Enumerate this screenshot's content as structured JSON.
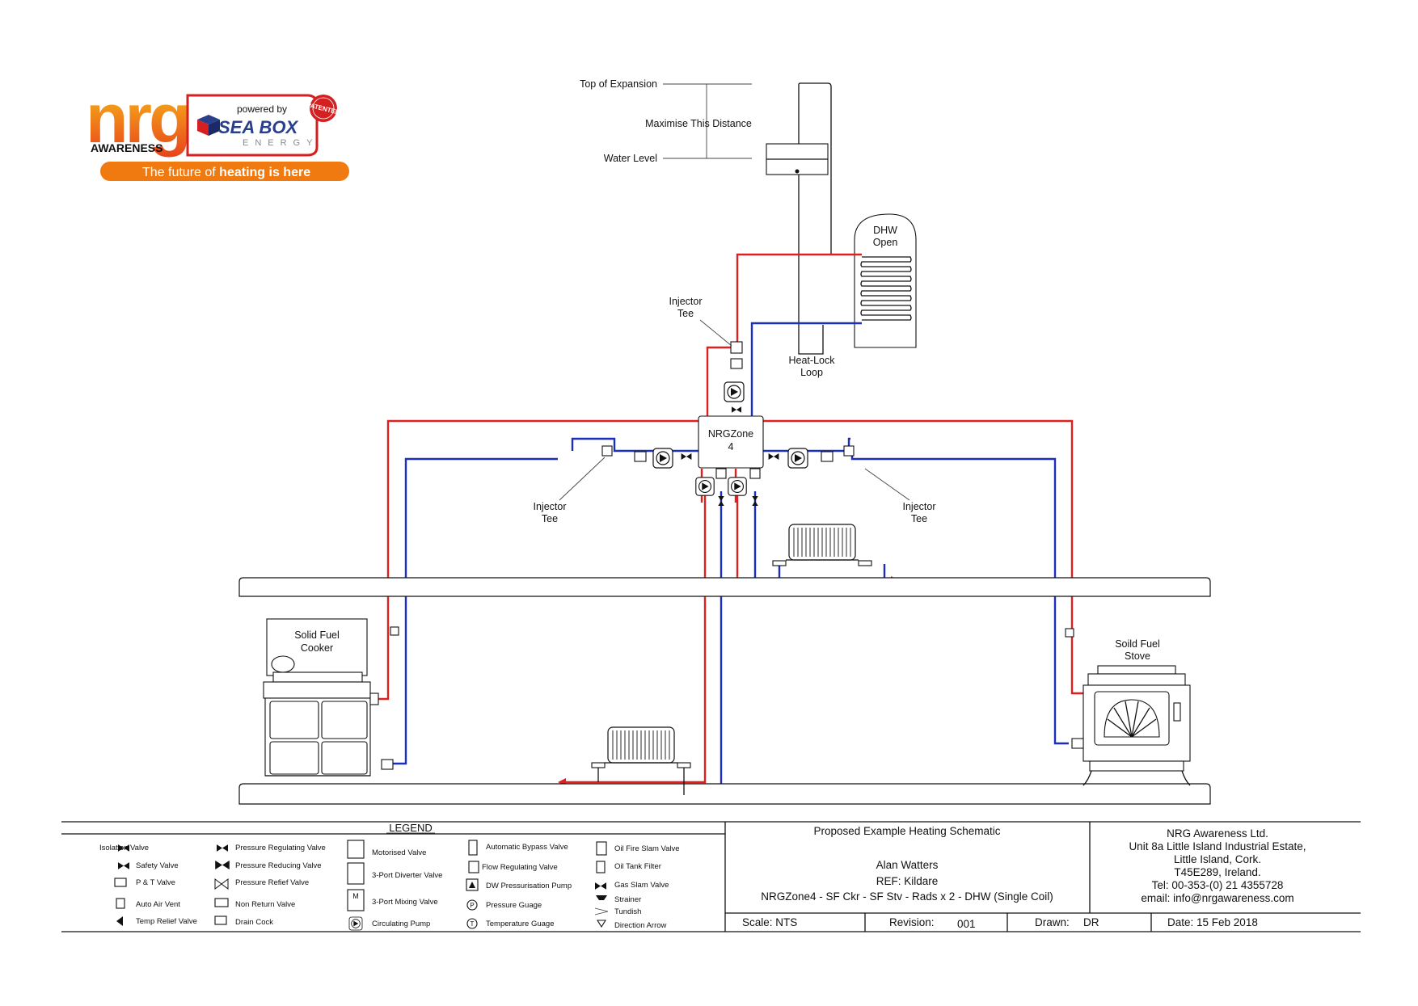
{
  "logo": {
    "brand": "nrg",
    "sub": "AWARENESS",
    "powered_by": "powered by",
    "seabox": "SEA BOX",
    "energy": "ENERGY",
    "patented": "PATENTED",
    "tagline_a": "The future of ",
    "tagline_b": "heating is here"
  },
  "labels": {
    "top_of_expansion": "Top of Expansion",
    "maximise": "Maximise This Distance",
    "water_level": "Water Level",
    "dhw_1": "DHW",
    "dhw_2": "Open",
    "injector_top_1": "Injector",
    "injector_top_2": "Tee",
    "heatlock_1": "Heat-Lock",
    "heatlock_2": "Loop",
    "nrgzone_1": "NRGZone",
    "nrgzone_2": "4",
    "injector_left_1": "Injector",
    "injector_left_2": "Tee",
    "injector_right_1": "Injector",
    "injector_right_2": "Tee",
    "cooker_1": "Solid Fuel",
    "cooker_2": "Cooker",
    "stove_1": "Soild Fuel",
    "stove_2": "Stove"
  },
  "legend": {
    "title": "LEGEND",
    "col1": [
      "Isolation Valve",
      "Safety Valve",
      "P & T Valve",
      "Auto Air Vent",
      "Temp Relief Valve"
    ],
    "col2": [
      "Pressure Regulating Valve",
      "Pressure Reducing Valve",
      "Pressure Refief Valve",
      "Non Return Valve",
      "Drain Cock"
    ],
    "col3": [
      "Motorised Valve",
      "3-Port Diverter Valve",
      "3-Port Mixing Valve",
      "Circulating Pump"
    ],
    "col4": [
      "Automatic Bypass Valve",
      "Flow Regulating Valve",
      "DW Pressurisation Pump",
      "Pressure Guage",
      "Temperature Guage"
    ],
    "col5": [
      "Oil Fire Slam Valve",
      "Oil Tank Filter",
      "Gas Slam Valve",
      "Strainer",
      "Tundish",
      "Direction Arrow"
    ],
    "sym_m": "M",
    "sym_p": "P",
    "sym_t": "T"
  },
  "title_block": {
    "title": "Proposed Example Heating Schematic",
    "client": "Alan Watters",
    "ref": "REF: Kildare",
    "desc": "NRGZone4 - SF Ckr - SF Stv - Rads x 2  - DHW (Single Coil)",
    "company": "NRG Awareness Ltd.",
    "addr1": "Unit 8a Little Island Industrial Estate,",
    "addr2": "Little Island, Cork.",
    "addr3": "T45E289, Ireland.",
    "tel": "Tel: 00-353-(0) 21 4355728",
    "email": "email:  info@nrgawareness.com",
    "scale_label": "Scale:  NTS",
    "revision_label": "Revision:",
    "revision_value": "001",
    "drawn_label": "Drawn:",
    "drawn_value": "DR",
    "date_label": "Date: 15  Feb 2018"
  },
  "colors": {
    "hot_pipe": "#e02020",
    "cold_pipe": "#1a2fc0",
    "brand_orange": "#f07a10",
    "brand_yellow": "#f6b21a",
    "seabox_blue": "#2a3f8c",
    "patented_red": "#d42020"
  }
}
